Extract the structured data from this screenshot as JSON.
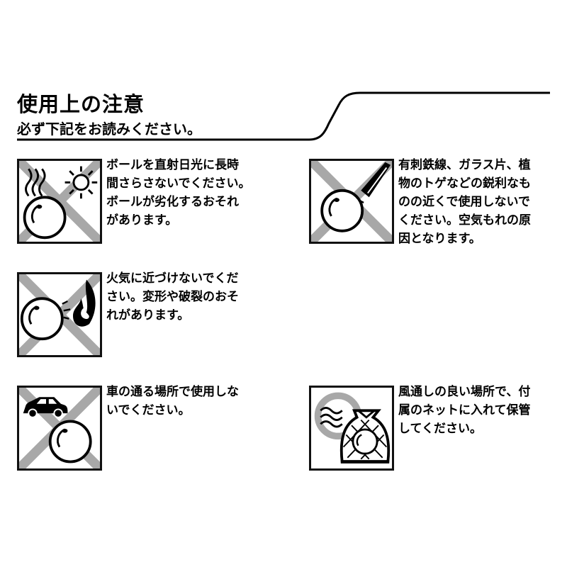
{
  "header": {
    "title": "使用上の注意",
    "subtitle": "必ず下記をお読みください。"
  },
  "warnings": [
    {
      "icon": "ball-sunlight-prohibited-icon",
      "text": "ボールを直射日光に長時\n間さらさないでください。\nボールが劣化するおそれ\nがあります。"
    },
    {
      "icon": "ball-sharp-objects-prohibited-icon",
      "text": "有刺鉄線、ガラス片、植\n物のトゲなどの鋭利なも\nのの近くで使用しないで\nください。空気もれの原\n因となります。"
    },
    {
      "icon": "ball-fire-prohibited-icon",
      "text": "火気に近づけないでくだ\nさい。変形や破裂のおそ\nれがあります。"
    },
    {
      "icon": "ball-road-car-prohibited-icon",
      "text": "車の通る場所で使用しな\nいでください。"
    },
    {
      "icon": "ball-in-net-ventilated-storage-icon",
      "text": "風通しの良い場所で、付\n属のネットに入れて保管\nしてください。"
    }
  ],
  "colors": {
    "prohibition_mark": "#a8a8a8",
    "line": "#000000"
  }
}
